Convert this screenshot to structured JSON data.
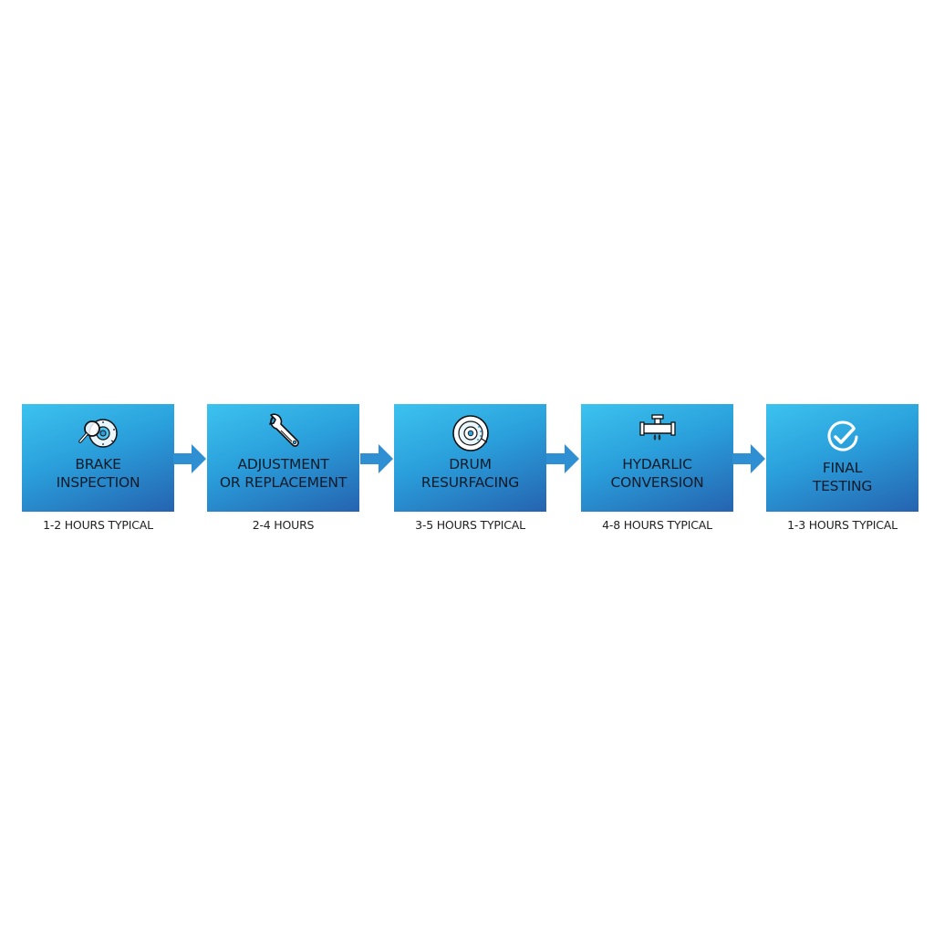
{
  "diagram": {
    "type": "process-flow",
    "accent_color": "#2a9fdb",
    "steps": [
      {
        "title_line1": "BRAKE",
        "title_line2": "INSPECTION",
        "duration": "1-2 HOURS TYPICAL",
        "icon": "magnifier-brake-disc-icon"
      },
      {
        "title_line1": "ADJUSTMENT",
        "title_line2": "OR REPLACEMENT",
        "duration": "2-4 HOURS",
        "icon": "wrench-icon"
      },
      {
        "title_line1": "DRUM",
        "title_line2": "RESURFACING",
        "duration": "3-5 HOURS TYPICAL",
        "icon": "brake-drum-icon"
      },
      {
        "title_line1": "HYDARLIC",
        "title_line2": "CONVERSION",
        "duration": "4-8 HOURS TYPICAL",
        "icon": "pipe-valve-icon"
      },
      {
        "title_line1": "FINAL",
        "title_line2": "TESTING",
        "duration": "1-3 HOURS TYPICAL",
        "icon": "check-circle-icon"
      }
    ]
  }
}
